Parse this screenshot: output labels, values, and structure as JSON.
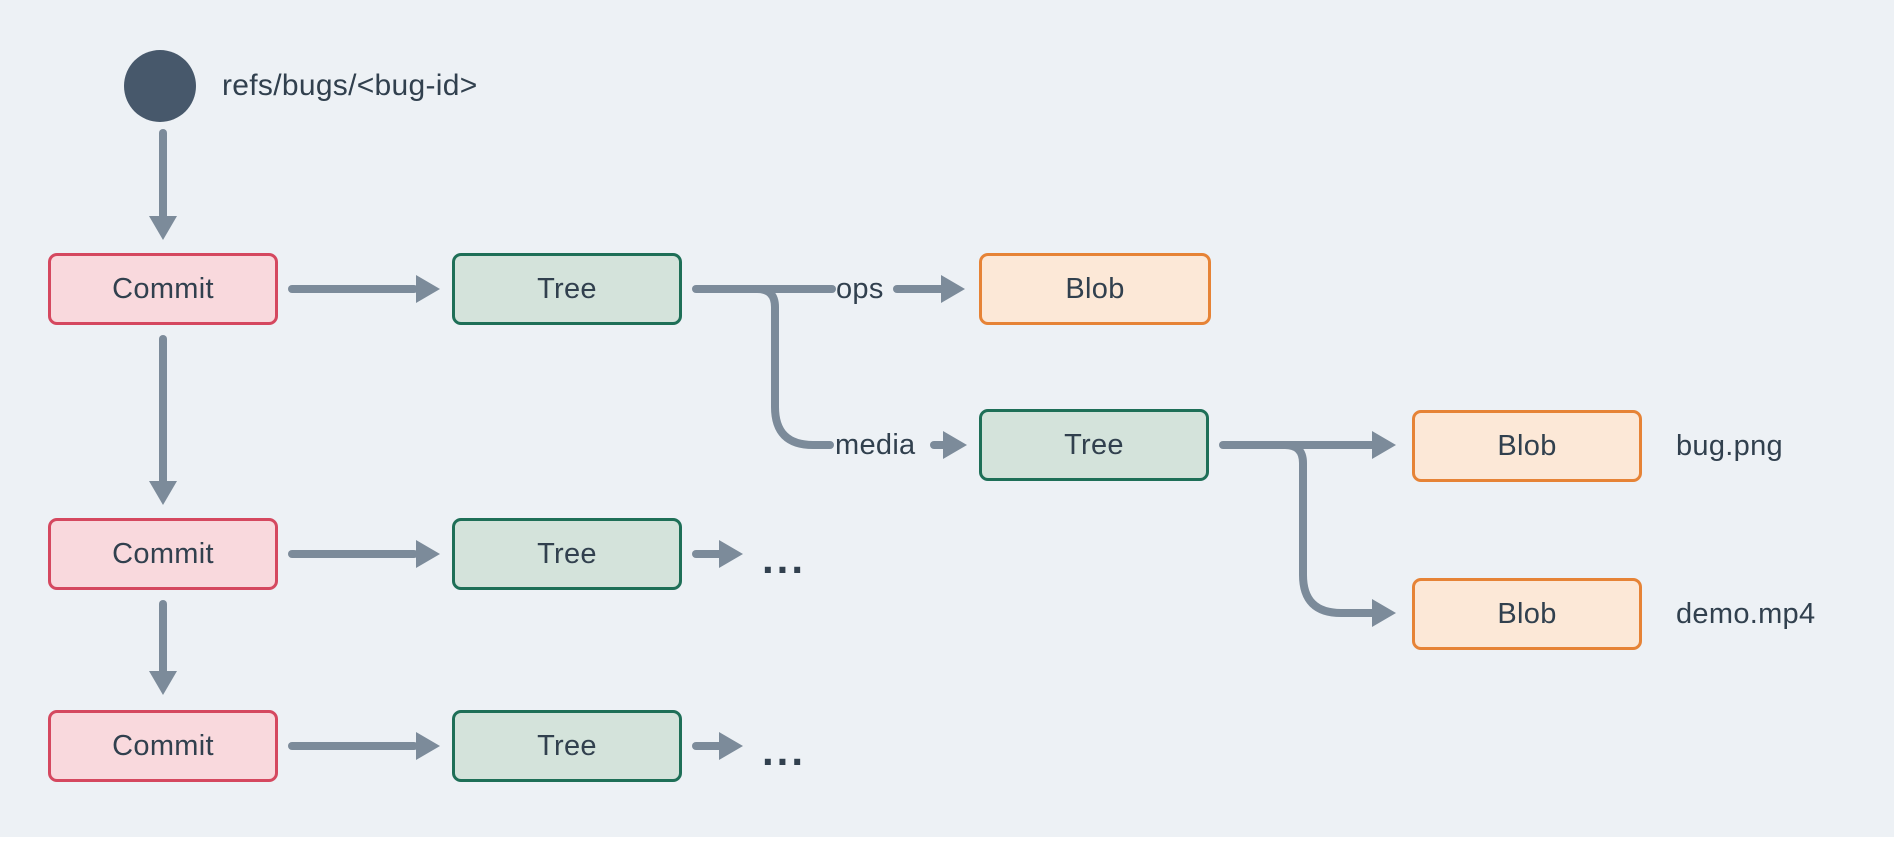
{
  "ref": {
    "label": "refs/bugs/<bug-id>"
  },
  "nodes": {
    "commit1": {
      "label": "Commit"
    },
    "commit2": {
      "label": "Commit"
    },
    "commit3": {
      "label": "Commit"
    },
    "tree1": {
      "label": "Tree"
    },
    "tree2": {
      "label": "Tree"
    },
    "tree3": {
      "label": "Tree"
    },
    "tree4": {
      "label": "Tree"
    },
    "blob_ops": {
      "label": "Blob"
    },
    "blob_bug": {
      "label": "Blob"
    },
    "blob_demo": {
      "label": "Blob"
    }
  },
  "edge_labels": {
    "ops": "ops",
    "media": "media"
  },
  "file_labels": {
    "bug": "bug.png",
    "demo": "demo.mp4"
  },
  "ellipsis": "...",
  "colors": {
    "bg": "#edf1f5",
    "ink": "#31404e",
    "line": "#7c8b9a",
    "circle": "#47586b",
    "commit-fill": "#f9d9dd",
    "commit-border": "#d5485f",
    "tree-fill": "#d4e3db",
    "tree-border": "#1e6f57",
    "blob-fill": "#fce8d7",
    "blob-border": "#e68336"
  }
}
